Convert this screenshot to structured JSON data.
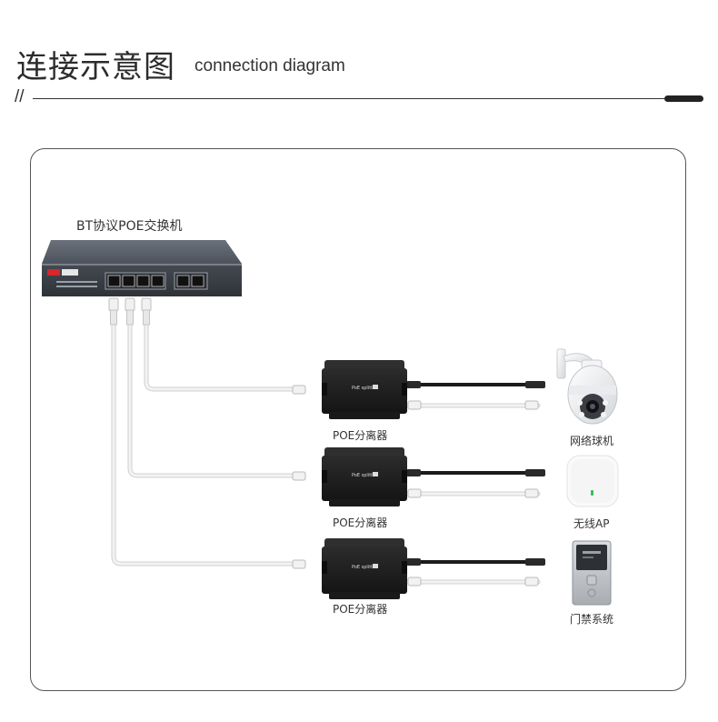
{
  "header": {
    "title": "连接示意图",
    "subtitle": "connection diagram",
    "prefix": "//"
  },
  "switch": {
    "label": "BT协议POE交换机"
  },
  "splitters": [
    {
      "label": "POE分离器",
      "device_text": "PoE splitter"
    },
    {
      "label": "POE分离器",
      "device_text": "PoE splitter"
    },
    {
      "label": "POE分离器",
      "device_text": "PoE splitter"
    }
  ],
  "devices": [
    {
      "label": "网络球机",
      "icon": "ptz-dome-camera-icon"
    },
    {
      "label": "无线AP",
      "icon": "wireless-ap-icon"
    },
    {
      "label": "门禁系统",
      "icon": "access-control-icon"
    }
  ],
  "colors": {
    "frame": "#555555",
    "splitter_body": "#1f1f1f",
    "switch_body": "#4a4f58",
    "cable": "#e6e6e6"
  }
}
